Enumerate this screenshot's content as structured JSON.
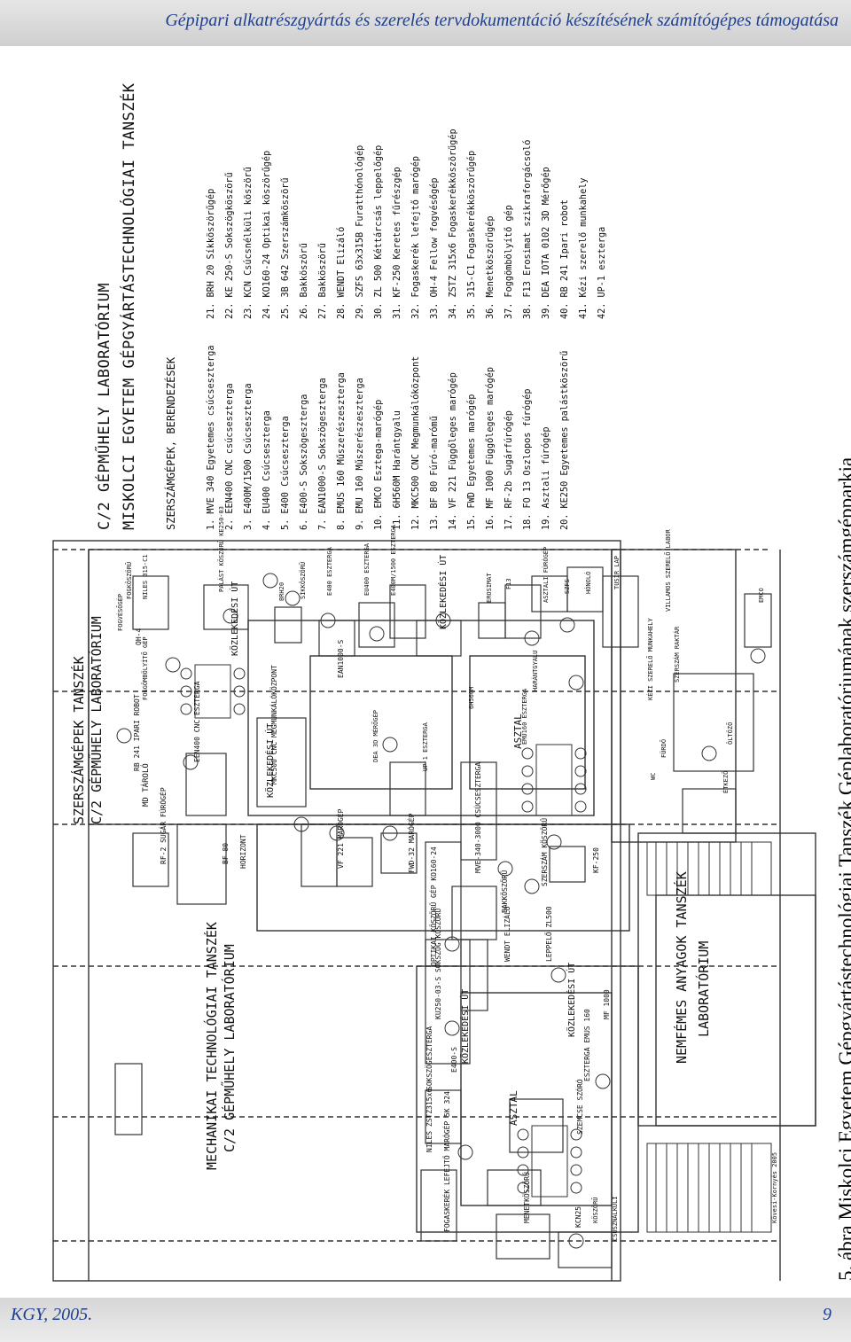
{
  "header": {
    "title": "Gépipari alkatrészgyártás és szerelés tervdokumentáció készítésének számítógépes támogatása"
  },
  "footer": {
    "left": "KGY, 2005.",
    "page_number": "9"
  },
  "caption": "5. ábra Miskolci Egyetem Gépgyártástechnológiai Tanszék Géplaboratóriumának szerszámgépparkja",
  "legend": {
    "title1": "C/2 GÉPMŰHELY LABORATÓRIUM",
    "title2": "MISKOLCI EGYETEM GÉPGYÁRTÁSTECHNOLÓGIAI TANSZÉK",
    "subtitle": "SZERSZÁMGÉPEK, BERENDEZÉSEK",
    "left_column": [
      "1. MVE 340 Egyetemes csúcseszterga",
      "2. EEN400 CNC csúcseszterga",
      "3. E400M/1500 Csúcseszterga",
      "4. EU400 Csúcseszterga",
      "5. E400 Csúcseszterga",
      "6. E400-S Sokszögeszterga",
      "7. EAN1000-S Sokszögeszterga",
      "8. EMUS 160 Műszerészeszterga",
      "9. EMU 160 Műszerészeszterga",
      "10. EMCO Esztega-marógép",
      "11. 6H560M Harántgyalu",
      "12. MKC500 CNC Megmunkálóközpont",
      "13. BF 80 Fúró-marómű",
      "14. VF 221 Függőleges marógép",
      "15. FWD Egyetemes marógép",
      "16. MF 1000 Függőleges marógép",
      "17. RF-2b Sugárfúrógép",
      "18. FO 13 Oszlopos fúrógép",
      "19. Asztali fúrógép",
      "20. KE250 Egyetemes palástköszörű"
    ],
    "right_column": [
      "21. BRH 20 Síkköszörűgép",
      "22. KE 250-S Sokszögköszörű",
      "23. KCN Csúcsnélküli köszörű",
      "24. KO160-24 Optikai köszörűgép",
      "25. 3B 642 Szerszámköszörű",
      "26. Bakköszörű",
      "27. Bakköszörű",
      "28. WENDT Elizáló",
      "29. SZFS 63x315B Furatthónológép",
      "30. ZL 500 Kéttárcsás leppelőgép",
      "31. KF-250 Keretes fűrészgép",
      "32. Fogaskerék lefejtő marógép",
      "33. OH-4 Fellow fogvésőgép",
      "34. ZSTZ 315x6 Fogaskerékköszörűgép",
      "35. 315-C1 Fogaskerékköszörűgép",
      "36. Menetköszörűgép",
      "37. Foggömbölyítő gép",
      "38. F13 Erosimat szikraforgácsoló",
      "39. DEA IOTA 0102 3D Mérőgép",
      "40. RB 241 Ipari robot",
      "41. Kézi szerelő munkahely",
      "42. UP-1 eszterga"
    ]
  },
  "plan": {
    "lab_left_title1": "MECHANIKAI TECHNOLÓGIAI TANSZÉK",
    "lab_left_title2": "C/2 GÉPMŰHELY LABORATÓRIUM",
    "lab_mid_title1": "SZERSZÁMGÉPEK TANSZÉK",
    "lab_mid_title2": "C/2 GÉPMŰHELY LABORATÓRIUM",
    "lab_bottom_title1": "NEMFÉMES ANYAGOK TANSZÉK",
    "lab_bottom_title2": "LABORATÓRIUM",
    "corridor": "KÖZLEKEDÉSI ÚT",
    "asztal": "ASZTAL",
    "author": "Kövesi-Kornyés 2005",
    "machines": {
      "fogaskerek": "FOGASKERÉK LEFEJTŐ MARÓGÉP 5K 324",
      "nilesB": "NILES ZSTZ315x6",
      "kcn25": "KCN25",
      "szemcse": "SZEMCSE SZÓRÓ",
      "menetk": "MENETKÖSZÖRŰ",
      "sokszog": "SOKSZÖGESZTERGA",
      "e400s": "E400-S",
      "kuk": "KU250-03-S SOKSZÖG KÖSZÖRŰ",
      "optikai": "OPTIKAI KÖSZÖRŰ GÉP KO160-24",
      "wendt": "WENDT ELIZÁLÓ",
      "lepp": "LEPPELŐ ZL500",
      "emus": "ESZTERGA EMUS 160",
      "mf1000": "MF 1000",
      "rf2": "RF-2 SUGÁR FÚRÓGÉP",
      "bf80": "BF 80",
      "horizont": "HORIZONT",
      "vf221": "VF 221 MARÓGÉP",
      "fwd32": "FWD-32 MARÓGÉP",
      "mve": "MVE-340-3000 CSÚCSESZTERGA",
      "bakk": "BAKKÖSZÖRŰ",
      "szerszk": "SZERSZÁM KÖSZÖRŰ",
      "kf250": "KF-250",
      "mdtarolo": "MD TÁROLÓ",
      "rb241": "RB 241 IPARI ROBOT",
      "mkc": "MKC500 CNC MEGMUNKÁLÓKÖZPONT",
      "een": "EEN400 CNC ESZTERGA",
      "foggomb": "FOGGÖMBÖLYÍTŐ GÉP",
      "oh4": "OH-4",
      "fogvesogep": "FOGVÉSŐGÉP",
      "fogk2": "FOGKÖSZÖRŰ",
      "niles3": "NILES 315-C1",
      "palast": "PALÁST KÖSZÖRŰ KE250-03",
      "brh": "BRH20",
      "sikk": "SÍKKÖSZÖRŰ",
      "e400e": "E400 ESZTERGA",
      "eu400": "EU400 ESZTERGA",
      "e400m": "E400M/1500 ESZTERGA",
      "ean1000": "EAN1000-S",
      "dea": "DEA 3D MÉRŐGÉP",
      "up1": "UP-1 ESZTERGA",
      "emu160": "EMU160 ESZTERGA",
      "h6560": "6H560M",
      "haranty": "HARÁNTGYALU",
      "erosimat": "EROSIMAT",
      "f13": "F13",
      "asztali": "ASZTALI FÚRÓGÉP",
      "szfs": "SZFS",
      "hono": "HÓNOLÓ",
      "tusir": "TUSIR LAP",
      "villamos": "VILLAMOS SZERELŐ LABOR",
      "emco": "EMCO",
      "kezi": "KÉZI SZERELŐ MUNKAHELY",
      "szerszraktar": "SZERSZÁM RAKTÁR",
      "ollozo": "ÖLTÖZŐ",
      "furdo": "FÜRDŐ",
      "wc": "WC",
      "etkezo": "ÉTKEZŐ",
      "csusz": "CSÚSZNÁLKÜLI",
      "koszoru": "KÖSZÖRŰ"
    }
  }
}
